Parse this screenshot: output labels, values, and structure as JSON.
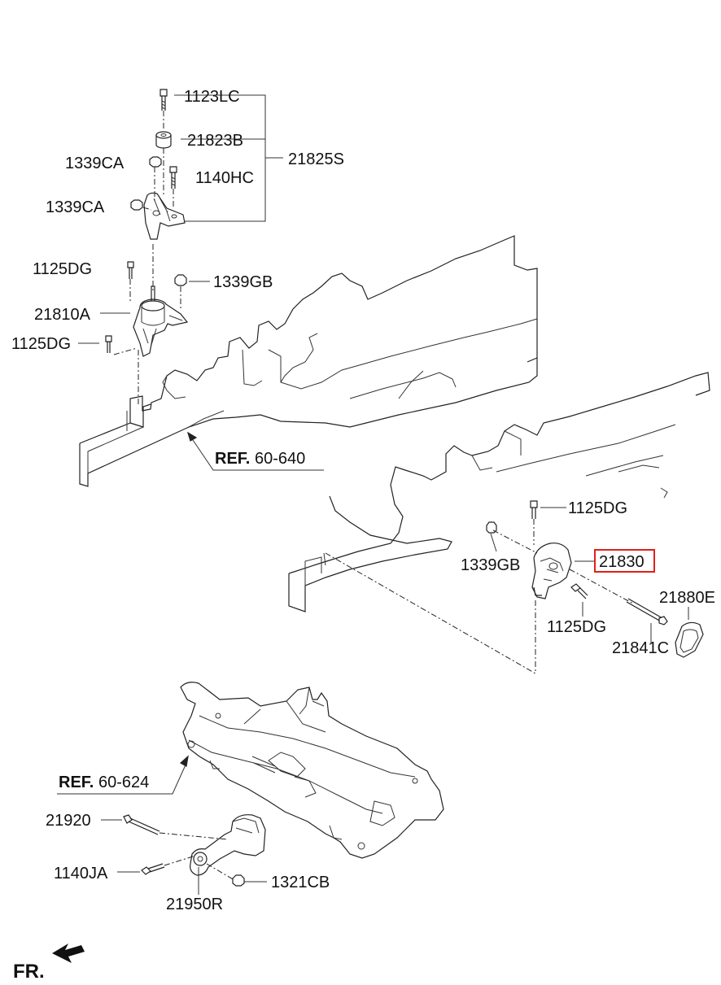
{
  "parts": {
    "p_1123LC": "1123LC",
    "p_21823B": "21823B",
    "p_1339CA_a": "1339CA",
    "p_1140HC": "1140HC",
    "p_21825S": "21825S",
    "p_1339CA_b": "1339CA",
    "p_1125DG_a": "1125DG",
    "p_1339GB_a": "1339GB",
    "p_21810A": "21810A",
    "p_1125DG_b": "1125DG",
    "p_1125DG_c": "1125DG",
    "p_21830": "21830",
    "p_1339GB_b": "1339GB",
    "p_21880E": "21880E",
    "p_1125DG_d": "1125DG",
    "p_21841C": "21841C",
    "p_21920": "21920",
    "p_1140JA": "1140JA",
    "p_1321CB": "1321CB",
    "p_21950R": "21950R"
  },
  "refs": {
    "ref1_prefix": "REF.",
    "ref1_num": "60-640",
    "ref2_prefix": "REF.",
    "ref2_num": "60-624"
  },
  "orientation": {
    "label": "FR."
  },
  "colors": {
    "highlight": "#e0201c",
    "line": "#222222"
  }
}
